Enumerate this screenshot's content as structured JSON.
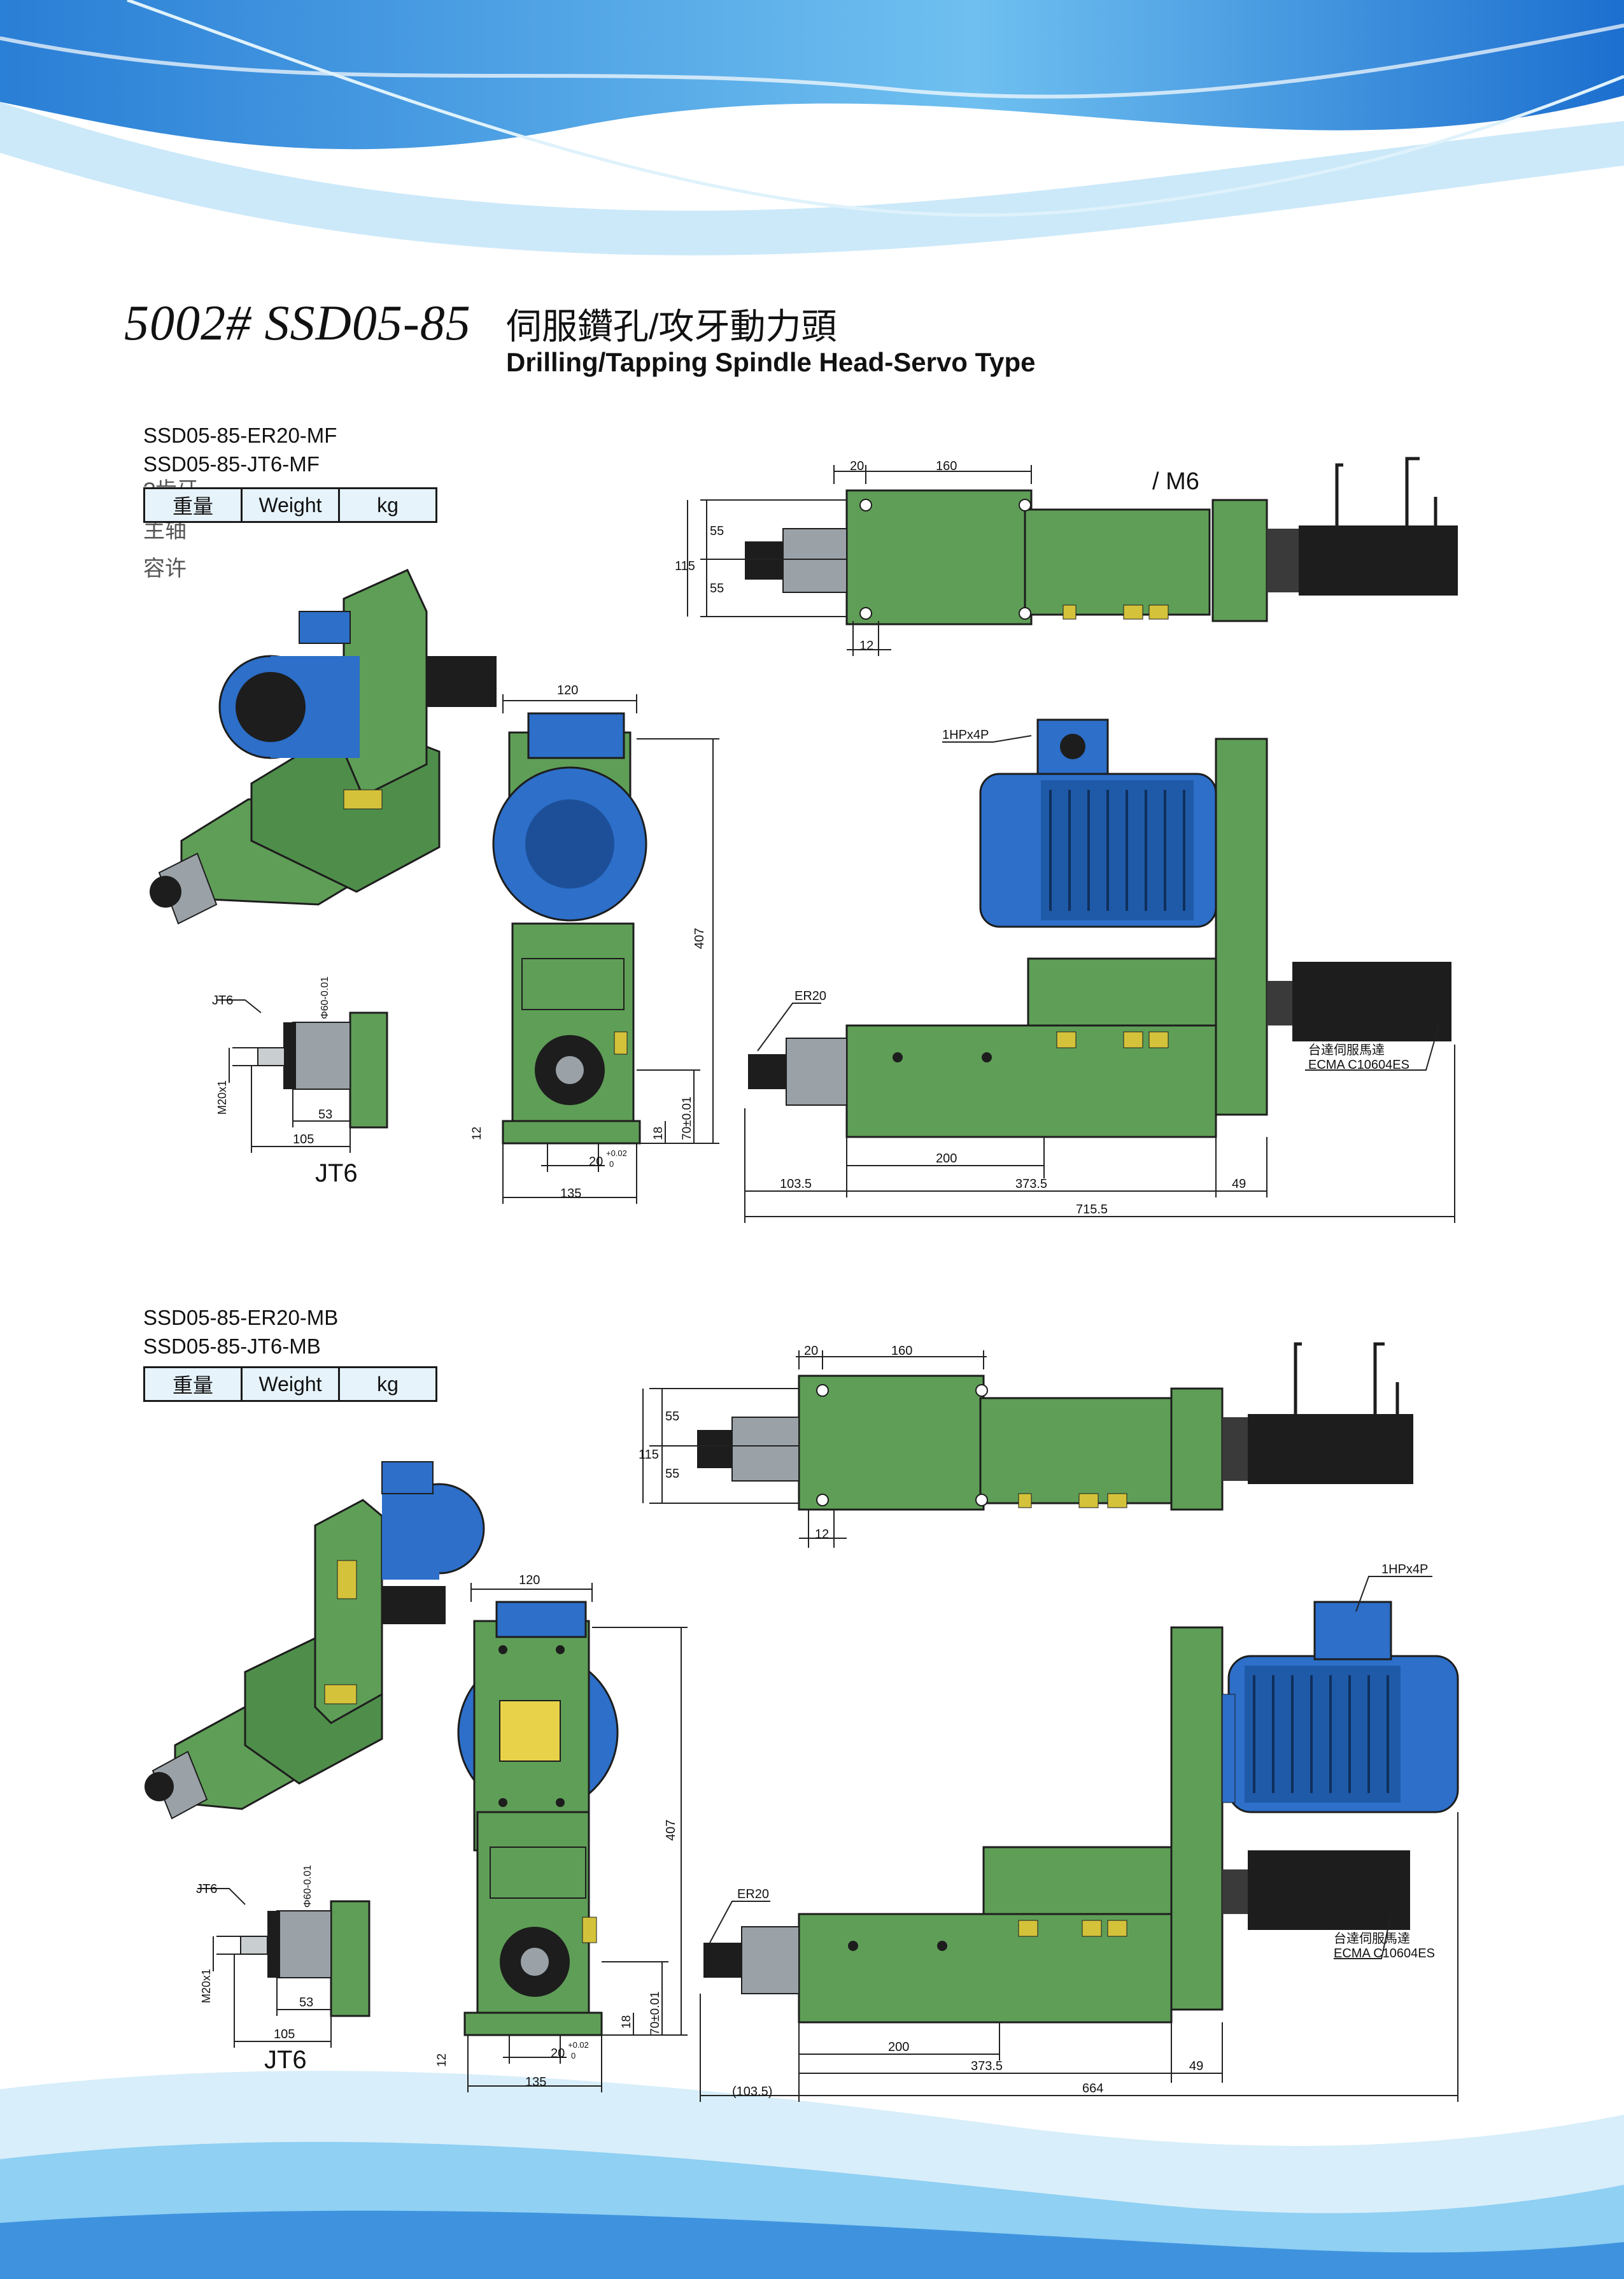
{
  "header": {
    "model": "5002# SSD05-85",
    "title_zh": "伺服鑽孔/攻牙動力頭",
    "title_en": "Drilling/Tapping Spindle Head-Servo Type"
  },
  "section1": {
    "model_er20": "SSD05-85-ER20-MF",
    "model_jt6": "SSD05-85-JT6-MF",
    "overlap_text_1": "?齿牙",
    "overlap_text_2": "主轴",
    "overlap_text_3": "容许",
    "weight": {
      "zh": "重量",
      "en": "Weight",
      "unit": "kg"
    },
    "m6": "/ M6",
    "jt6_label": "JT6",
    "dims": {
      "d20": "20",
      "d160": "160",
      "d55a": "55",
      "d55b": "55",
      "d115": "115",
      "d12": "12",
      "d120": "120",
      "d407": "407",
      "d70": "70±0.01",
      "d18": "18",
      "d12b": "12",
      "d20tol": "20",
      "tol_plus": "+0.02",
      "tol_zero": "0",
      "d135": "135",
      "motor": "1HPx4P",
      "er20": "ER20",
      "servo_zh": "台達伺服馬達",
      "servo_en": "ECMA C10604ES",
      "d200": "200",
      "d103": "103.5",
      "d373": "373.5",
      "d49": "49",
      "d715": "715.5",
      "jt6_tag": "JT6",
      "phi60": "Φ60-0.01",
      "m20": "M20x1",
      "d53": "53",
      "d105": "105"
    }
  },
  "section2": {
    "model_er20": "SSD05-85-ER20-MB",
    "model_jt6": "SSD05-85-JT6-MB",
    "weight": {
      "zh": "重量",
      "en": "Weight",
      "unit": "kg"
    },
    "jt6_label": "JT6",
    "dims": {
      "d20": "20",
      "d160": "160",
      "d55a": "55",
      "d55b": "55",
      "d115": "115",
      "d12": "12",
      "d120": "120",
      "d407": "407",
      "d70": "70±0.01",
      "d18": "18",
      "d12b": "12",
      "d20tol": "20",
      "tol_plus": "+0.02",
      "tol_zero": "0",
      "d135": "135",
      "motor": "1HPx4P",
      "er20": "ER20",
      "servo_zh": "台達伺服馬達",
      "servo_en": "ECMA C10604ES",
      "d200": "200",
      "d103": "(103.5)",
      "d373": "373.5",
      "d49": "49",
      "d664": "664",
      "jt6_tag": "JT6",
      "phi60": "Φ60-0.01",
      "m20": "M20x1",
      "d53": "53",
      "d105": "105"
    }
  },
  "colors": {
    "green": "#5f9e57",
    "blue": "#2d6fc9",
    "dark": "#1d1d1d",
    "silver": "#9aa2a8"
  }
}
